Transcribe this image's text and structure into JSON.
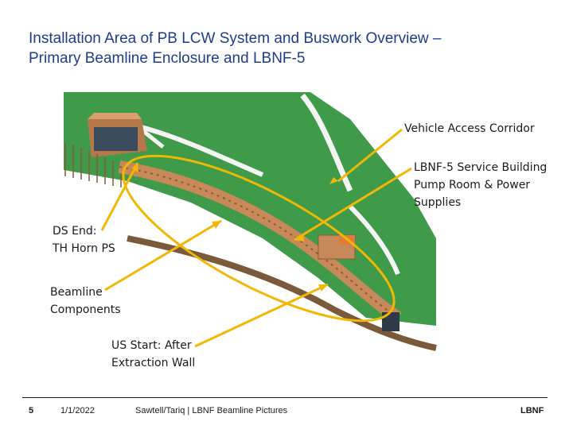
{
  "slide": {
    "title": "Installation Area of PB LCW System and Buswork Overview –\nPrimary Beamline Enclosure and LBNF-5"
  },
  "callouts": {
    "vehicle_access": "Vehicle Access Corridor",
    "lbnf5_building": "LBNF-5 Service Building\nPump Room & Power\nSupplies",
    "ds_end": "DS End:\nTH Horn PS",
    "beamline_components": "Beamline\nComponents",
    "us_start": "US Start: After\nExtraction Wall"
  },
  "footer": {
    "page_number": "5",
    "date": "1/1/2022",
    "credit": "Sawtell/Tariq | LBNF Beamline Pictures",
    "brand": "LBNF"
  },
  "colors": {
    "title": "#1f3b8c",
    "callout_arrow": "#f2b705",
    "ground_green": "#3f9a4a",
    "enclosure_tan": "#c7895a"
  }
}
